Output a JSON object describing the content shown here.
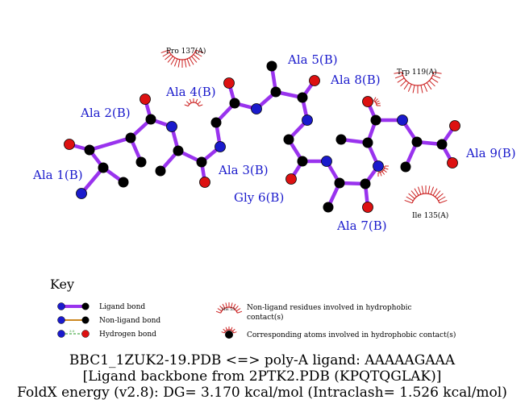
{
  "residues": [
    {
      "label": "Ala 1(B)"
    },
    {
      "label": "Ala 2(B)"
    },
    {
      "label": "Ala 3(B)"
    },
    {
      "label": "Ala 4(B)"
    },
    {
      "label": "Ala 5(B)"
    },
    {
      "label": "Gly 6(B)"
    },
    {
      "label": "Ala 7(B)"
    },
    {
      "label": "Ala 8(B)"
    },
    {
      "label": "Ala 9(B)"
    }
  ],
  "contacts": [
    {
      "label": "Pro 137(A)"
    },
    {
      "label": "Trp 119(A)"
    },
    {
      "label": "Ile 135(A)"
    }
  ],
  "key": {
    "title": "Key",
    "ligand_bond": "Ligand bond",
    "nonligand_bond": "Non-ligand bond",
    "hydrogen_bond": "Hydrogen bond",
    "hbond_sample": "3.0",
    "hydrophobic_residues_line1": "Non-ligand residues involved in hydrophobic",
    "hydrophobic_residues_line2": "contact(s)",
    "hydrophobic_sample": "His 53",
    "corresponding_atoms": "Corresponding atoms involved in hydrophobic contact(s)"
  },
  "caption": {
    "line1": "BBC1_1ZUK2-19.PDB <=> poly-A ligand: AAAAAGAAA",
    "line2": "[Ligand backbone from 2PTK2.PDB (KPQTQGLAK)]",
    "line3": "FoldX energy (v2.8): DG= 3.170 kcal/mol (Intraclash= 1.526 kcal/mol)"
  },
  "colors": {
    "bond": "#9933ee",
    "nitrogen": "#1a1acc",
    "oxygen": "#dd1111",
    "carbon": "#000000",
    "residue_label": "#1a1acc",
    "hydrophobic": "#cc2222",
    "nonligand_bond": "#cc8822",
    "hbond": "#229922"
  }
}
